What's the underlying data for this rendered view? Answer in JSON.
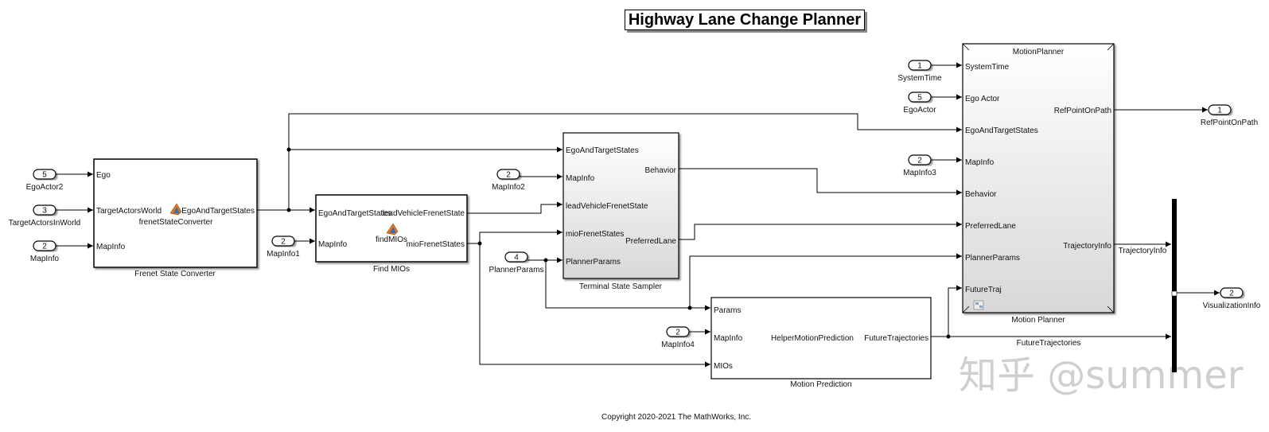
{
  "title": "Highway Lane Change Planner",
  "copyright": "Copyright 2020-2021 The MathWorks, Inc.",
  "watermark": "知乎 @summer",
  "inports": {
    "egoactor2": {
      "num": "5",
      "name": "EgoActor2"
    },
    "targetactors": {
      "num": "3",
      "name": "TargetActorsInWorld"
    },
    "mapinfo": {
      "num": "2",
      "name": "MapInfo"
    },
    "mapinfo1": {
      "num": "2",
      "name": "MapInfo1"
    },
    "mapinfo2": {
      "num": "2",
      "name": "MapInfo2"
    },
    "plannerparams": {
      "num": "4",
      "name": "PlannerParams"
    },
    "systemtime": {
      "num": "1",
      "name": "SystemTime"
    },
    "egoactor": {
      "num": "5",
      "name": "EgoActor"
    },
    "mapinfo3": {
      "num": "2",
      "name": "MapInfo3"
    },
    "mapinfo4": {
      "num": "2",
      "name": "MapInfo4"
    }
  },
  "outports": {
    "refpoint": {
      "num": "1",
      "name": "RefPointOnPath"
    },
    "visinfo": {
      "num": "2",
      "name": "VisualizationInfo"
    }
  },
  "blocks": {
    "frenet": {
      "name": "Frenet State Converter",
      "inner": "frenetStateConverter",
      "in": [
        "Ego",
        "TargetActorsWorld",
        "MapInfo"
      ],
      "out": [
        "EgoAndTargetStates"
      ]
    },
    "findmios": {
      "name": "Find MIOs",
      "inner": "findMIOs",
      "in": [
        "EgoAndTargetStates",
        "MapInfo"
      ],
      "out": [
        "leadVehicleFrenetState",
        "mioFrenetStates"
      ]
    },
    "tss": {
      "name": "Terminal State Sampler",
      "in": [
        "EgoAndTargetStates",
        "MapInfo",
        "leadVehicleFrenetState",
        "mioFrenetStates",
        "PlannerParams"
      ],
      "out": [
        "Behavior",
        "PreferredLane"
      ]
    },
    "motionplanner": {
      "name": "Motion Planner",
      "inner": "MotionPlanner",
      "in": [
        "SystemTime",
        "Ego Actor",
        "EgoAndTargetStates",
        "MapInfo",
        "Behavior",
        "PreferredLane",
        "PlannerParams",
        "FutureTraj"
      ],
      "out": [
        "RefPointOnPath",
        "TrajectoryInfo"
      ]
    },
    "motionprediction": {
      "name": "Motion Prediction",
      "inner": "HelperMotionPrediction",
      "in": [
        "Params",
        "MapInfo",
        "MIOs"
      ],
      "out": [
        "FutureTrajectories"
      ]
    }
  },
  "signals": {
    "trajectoryinfo": "TrajectoryInfo",
    "futuretrajectories": "FutureTrajectories"
  }
}
